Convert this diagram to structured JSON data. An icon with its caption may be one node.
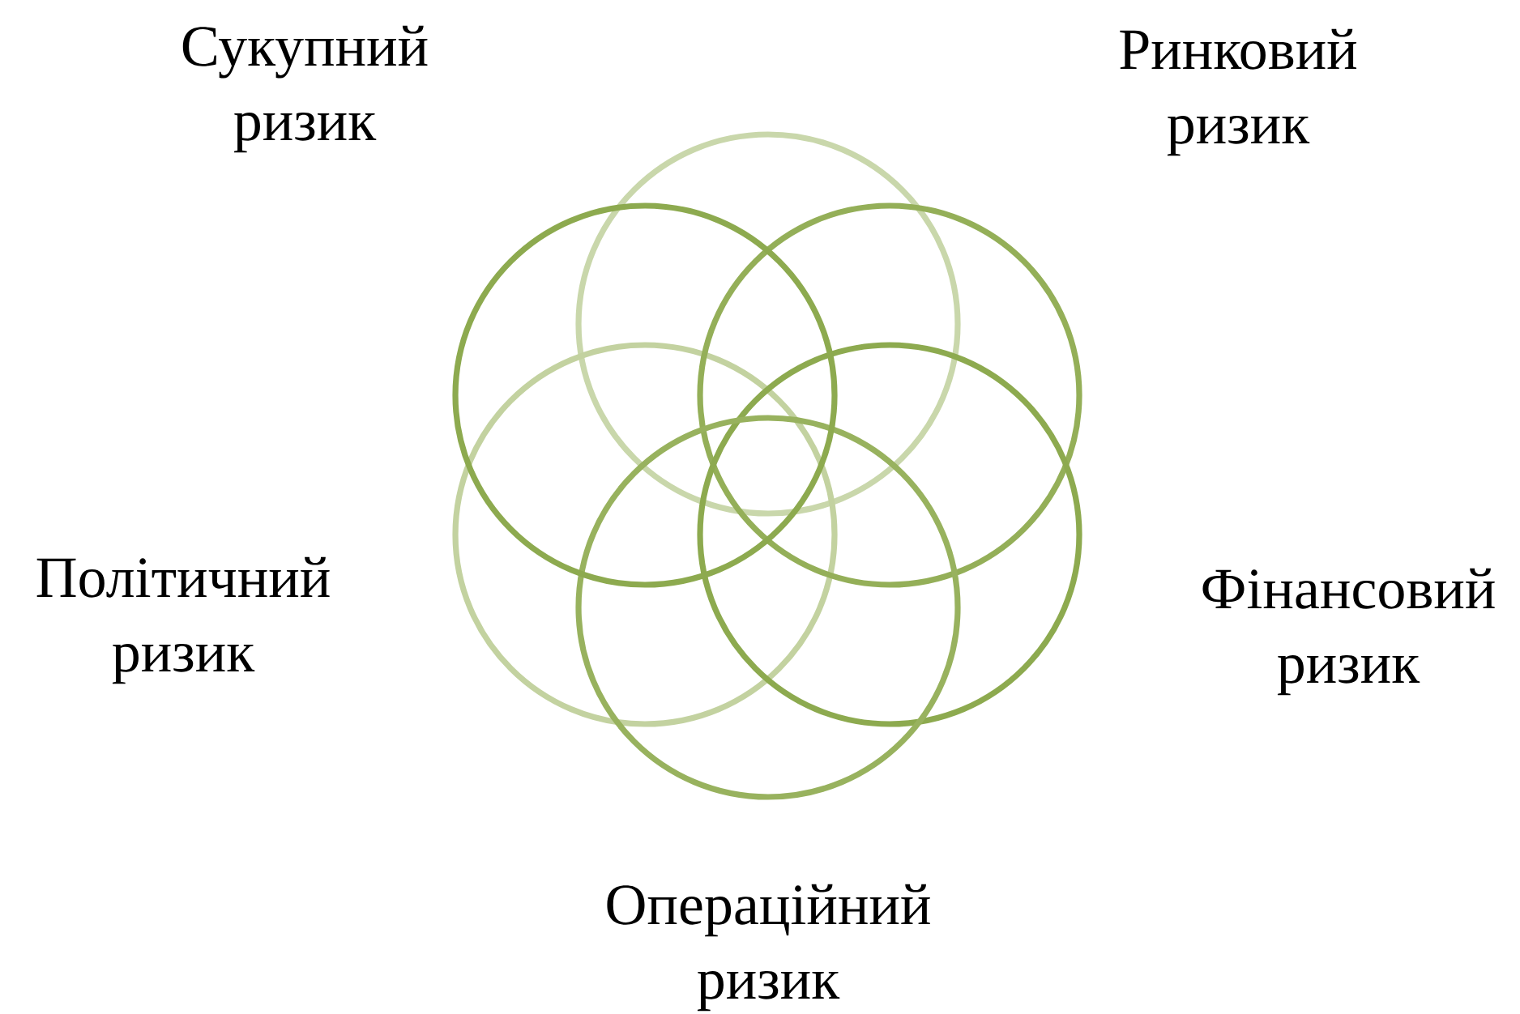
{
  "diagram": {
    "nodes": [
      {
        "text": [],
        "shape": "circle"
      },
      {
        "text": [],
        "shape": "circle"
      },
      {
        "text": [],
        "shape": "circle"
      },
      {
        "text": [],
        "shape": "circle"
      },
      {
        "text": [],
        "shape": "circle"
      },
      {
        "text": [],
        "shape": "circle"
      }
    ],
    "labels": [
      "Сукупний ризик",
      "Ринковий ризик",
      "Політичний ризик",
      "Фінансовий ризик",
      "Операційний ризик"
    ]
  }
}
